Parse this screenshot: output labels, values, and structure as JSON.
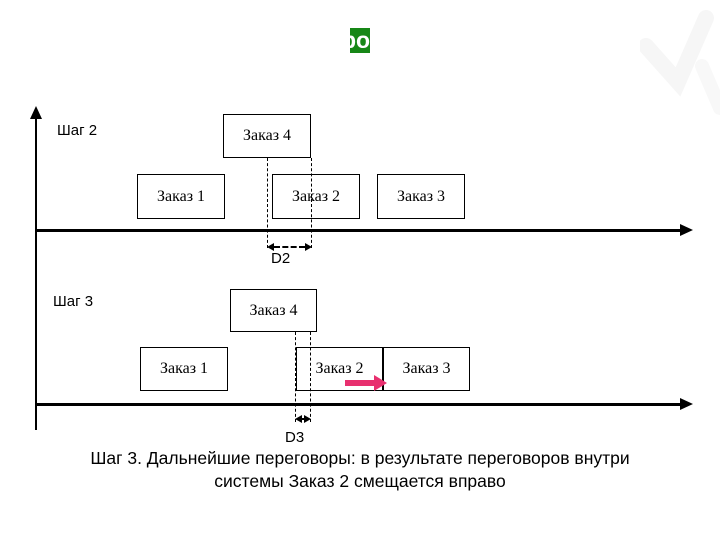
{
  "slide": {
    "title": {
      "visible_text": "ро",
      "highlight_color": "#178717"
    },
    "colors": {
      "shift_arrow": "#e8306f",
      "line": "#000000"
    },
    "icons": {
      "watermark": "check-icon"
    },
    "step2": {
      "axis_label": "Шаг 2",
      "boxes": {
        "order4": "Заказ 4",
        "order1": "Заказ 1",
        "order2": "Заказ 2",
        "order3": "Заказ 3"
      },
      "delta_label": "D2"
    },
    "step3": {
      "axis_label": "Шаг 3",
      "boxes": {
        "order4": "Заказ 4",
        "order1": "Заказ 1",
        "order2": "Заказ 2",
        "order3": "Заказ 3"
      },
      "delta_label": "D3"
    },
    "caption": {
      "line1": "Шаг 3. Дальнейшие переговоры: в результате переговоров  внутри",
      "line2": "системы Заказ 2 смещается вправо"
    }
  }
}
